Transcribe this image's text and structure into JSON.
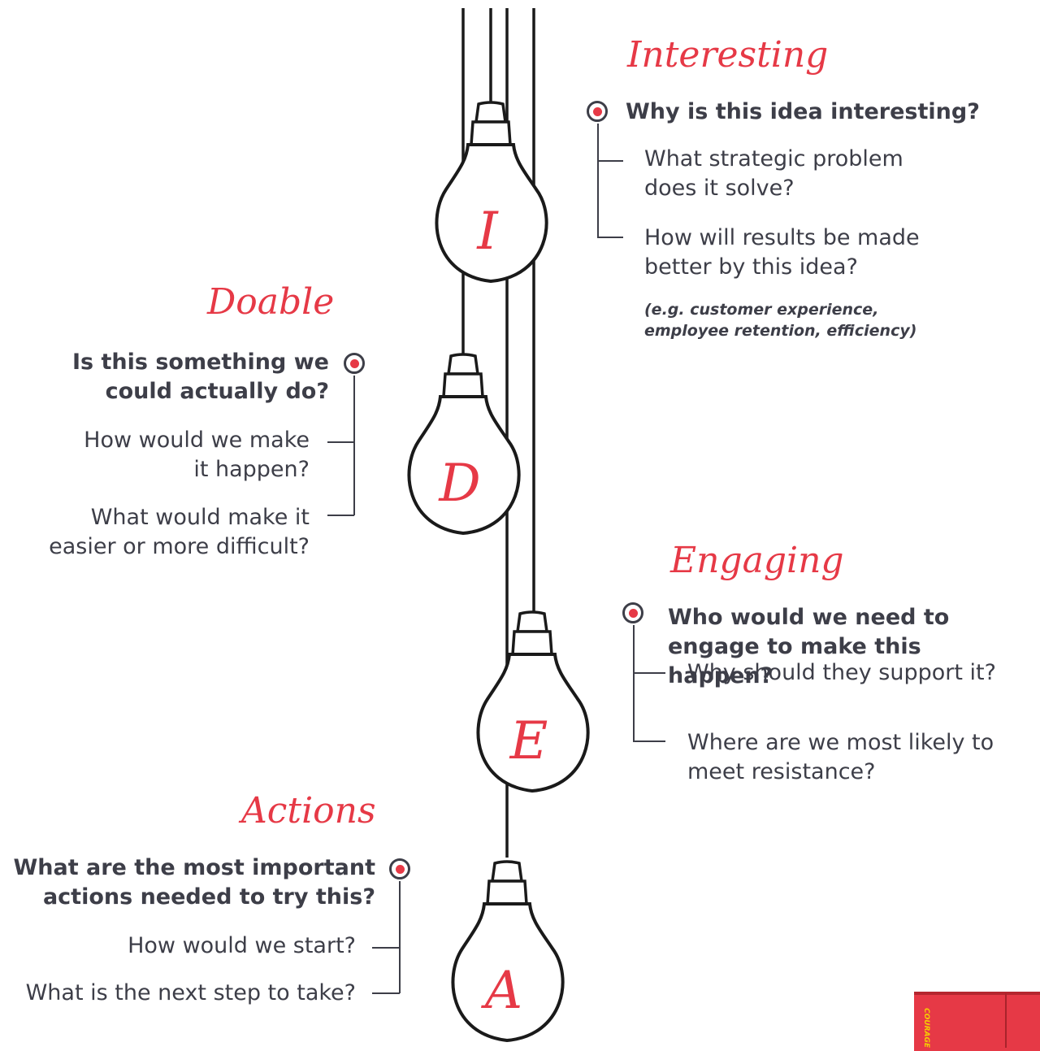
{
  "sections": {
    "interesting": {
      "title": "Interesting",
      "question": "Why is this idea interesting?",
      "sub1": "What strategic problem does it solve?",
      "sub2": "How will results be made better by this idea?",
      "note": "(e.g. customer experience, employee retention, efficiency)"
    },
    "doable": {
      "title": "Doable",
      "question": "Is this something we could actually do?",
      "sub1": "How would we make it happen?",
      "sub2": "What would make it easier or more difficult?"
    },
    "engaging": {
      "title": "Engaging",
      "question": "Who would we need to engage to make this happen?",
      "sub1": "Why should they support it?",
      "sub2": "Where are we most likely to meet resistance?"
    },
    "actions": {
      "title": "Actions",
      "question": "What are the most important actions needed to try this?",
      "sub1": "How would we start?",
      "sub2": "What is the next step to take?"
    }
  },
  "bulb_letters": [
    "I",
    "D",
    "E",
    "A"
  ],
  "book_text": "COURAGE",
  "colors": {
    "accent": "#e63946",
    "text": "#3d3e48",
    "book_stripe": "#f5d000"
  }
}
